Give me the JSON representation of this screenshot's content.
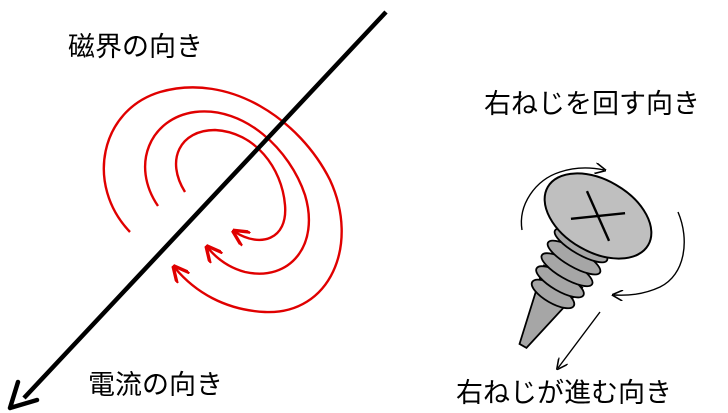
{
  "labels": {
    "magnetic_field_direction": "磁界の向き",
    "current_direction": "電流の向き",
    "screw_turn_direction": "右ねじを回す向き",
    "screw_advance_direction": "右ねじが進む向き"
  },
  "colors": {
    "field_lines": "#e00000",
    "wire": "#000000",
    "screw_head": "#bfbfbf",
    "screw_body": "#a6a6a6",
    "outline": "#000000"
  }
}
